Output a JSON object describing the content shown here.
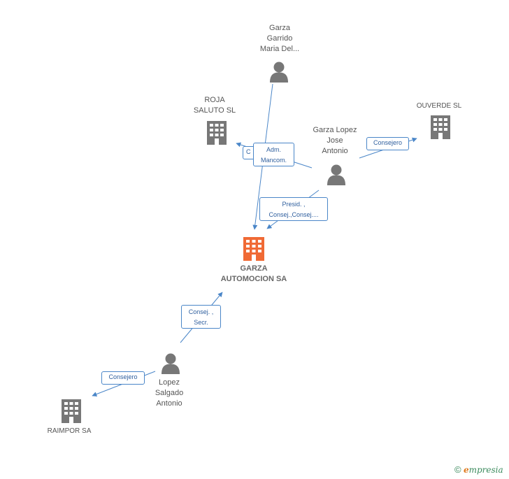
{
  "nodes": {
    "garza_garrido": {
      "lines": [
        "Garza",
        "Garrido",
        "Maria Del..."
      ],
      "type": "person"
    },
    "roja_saluto": {
      "lines": [
        "ROJA",
        "SALUTO SL"
      ],
      "type": "company"
    },
    "garza_lopez": {
      "lines": [
        "Garza Lopez",
        "Jose",
        "Antonio"
      ],
      "type": "person"
    },
    "ouverde": {
      "lines": [
        "OUVERDE SL"
      ],
      "type": "company"
    },
    "garza_automocion": {
      "lines": [
        "GARZA",
        "AUTOMOCION SA"
      ],
      "type": "company-main"
    },
    "lopez_salgado": {
      "lines": [
        "Lopez",
        "Salgado",
        "Antonio"
      ],
      "type": "person"
    },
    "raimpor": {
      "lines": [
        "RAIMPOR SA"
      ],
      "type": "company"
    }
  },
  "edges": {
    "adm_mancom": {
      "lines": [
        "Adm.",
        "Mancom."
      ]
    },
    "consejero_ouverde": {
      "lines": [
        "Consejero"
      ]
    },
    "presid_consej": {
      "lines": [
        "Presid. ,",
        "Consej.,Consej...."
      ]
    },
    "consej_secr": {
      "lines": [
        "Consej. ,",
        "Secr."
      ]
    },
    "consejero_raimpor": {
      "lines": [
        "Consejero"
      ]
    },
    "hidden_c": {
      "lines": [
        "C"
      ]
    }
  },
  "colors": {
    "edge": "#4a86c8",
    "person_icon": "#777777",
    "company_icon": "#777777",
    "main_company_icon": "#f06a35"
  },
  "brand": {
    "copyright": "©",
    "e": "e",
    "rest": "mpresia"
  }
}
